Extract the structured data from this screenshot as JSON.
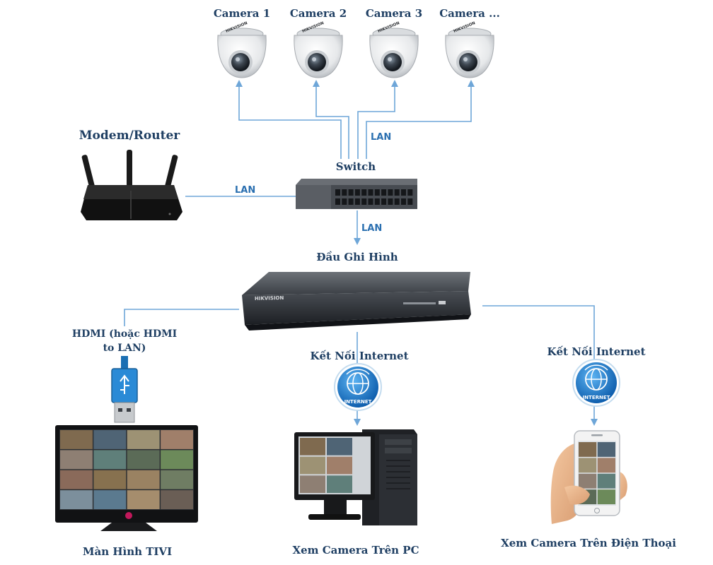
{
  "cameras": [
    {
      "label": "Camera 1",
      "brand": "HIKVISION"
    },
    {
      "label": "Camera 2",
      "brand": "HIKVISION"
    },
    {
      "label": "Camera 3",
      "brand": "HIKVISION"
    },
    {
      "label": "Camera ...",
      "brand": "HIKVISION"
    }
  ],
  "router": {
    "label": "Modem/Router"
  },
  "switch": {
    "label": "Switch"
  },
  "nvr": {
    "label": "Đầu Ghi Hình",
    "brand": "HIKVISION"
  },
  "links": {
    "camera_lan": "LAN",
    "router_lan": "LAN",
    "switch_nvr_lan": "LAN",
    "hdmi": [
      "HDMI (hoặc HDMI",
      "to LAN)"
    ],
    "internet_pc": "Kết Nối Internet",
    "internet_phone": "Kết Nối Internet"
  },
  "internet_badge": "INTERNET",
  "outputs": {
    "tv": "Màn Hình TIVI",
    "pc": "Xem Camera Trên PC",
    "phone": "Xem Camera Trên Điện Thoại"
  },
  "colors": {
    "wire": "#6ea6d8",
    "label": "#1f3f63",
    "lan_text": "#2a6fb0",
    "internet_globe": "#1e78c8"
  }
}
